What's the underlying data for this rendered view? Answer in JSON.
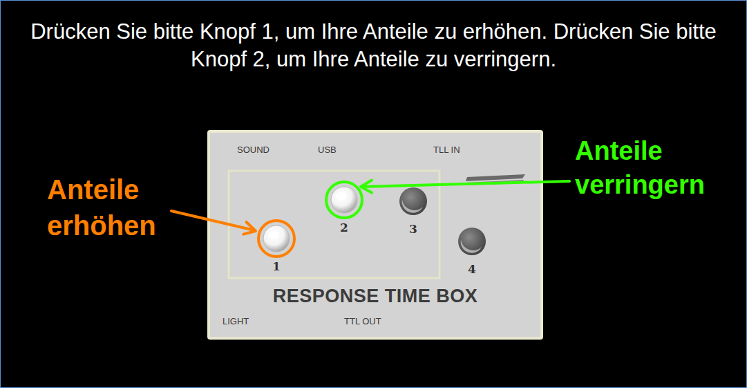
{
  "diagram": {
    "title": "Drücken Sie bitte Knopf 1, um Ihre Anteile zu erhöhen. Drücken Sie bitte Knopf 2, um Ihre Anteile zu verringern.",
    "nodes": [
      {
        "text": [
          "SOUND",
          "USB",
          "TLL IN",
          "RESPONSE TIME BOX",
          "LIGHT",
          "TTL OUT"
        ]
      },
      {
        "text": [
          "1"
        ],
        "in": 0
      },
      {
        "text": [
          "2"
        ],
        "in": 0
      },
      {
        "text": [
          "3"
        ],
        "in": 0
      },
      {
        "text": [
          "4"
        ],
        "in": 0
      }
    ],
    "labels": [
      "Anteile erhöhen",
      "Anteile verringern"
    ]
  }
}
